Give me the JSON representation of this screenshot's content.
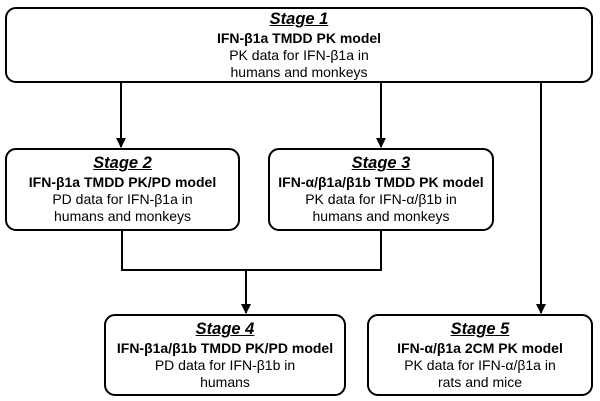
{
  "stages": [
    {
      "stage": "Stage 1",
      "model": "IFN-β1a TMDD PK model",
      "desc_line1": "PK data for IFN-β1a in",
      "desc_line2": "humans and monkeys"
    },
    {
      "stage": "Stage 2",
      "model": "IFN-β1a TMDD PK/PD model",
      "desc_line1": "PD data for IFN-β1a in",
      "desc_line2": "humans and monkeys"
    },
    {
      "stage": "Stage 3",
      "model": "IFN-α/β1a/β1b TMDD PK model",
      "desc_line1": "PK data for IFN-α/β1b in",
      "desc_line2": "humans and monkeys"
    },
    {
      "stage": "Stage 4",
      "model": "IFN-β1a/β1b TMDD PK/PD model",
      "desc_line1": "PD data for IFN-β1b in",
      "desc_line2": "humans"
    },
    {
      "stage": "Stage 5",
      "model": "IFN-α/β1a 2CM PK model",
      "desc_line1": "PK data for IFN-α/β1a in",
      "desc_line2": "rats and mice"
    }
  ]
}
